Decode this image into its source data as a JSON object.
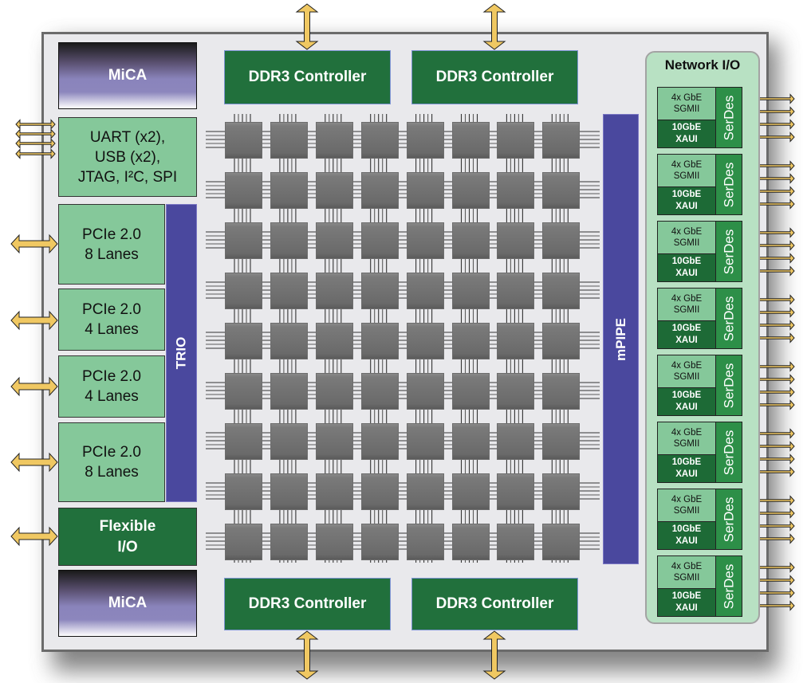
{
  "diagram": {
    "left_column": {
      "mica_top": "MiCA",
      "io_block": [
        "UART (x2),",
        "USB (x2),",
        "JTAG, I²C, SPI"
      ],
      "pcie": [
        {
          "line1": "PCIe 2.0",
          "line2": "8 Lanes"
        },
        {
          "line1": "PCIe 2.0",
          "line2": "4 Lanes"
        },
        {
          "line1": "PCIe 2.0",
          "line2": "4 Lanes"
        },
        {
          "line1": "PCIe 2.0",
          "line2": "8 Lanes"
        }
      ],
      "trio": "TRIO",
      "flexible_io": [
        "Flexible",
        "I/O"
      ],
      "mica_bottom": "MiCA"
    },
    "memory": {
      "top": [
        "DDR3 Controller",
        "DDR3 Controller"
      ],
      "bottom": [
        "DDR3 Controller",
        "DDR3 Controller"
      ]
    },
    "tile_grid": {
      "columns": 8,
      "rows": 9
    },
    "mpipe": "mPIPE",
    "network_io": {
      "title": "Network I/O",
      "ports": [
        {
          "sgmii": [
            "4x GbE",
            "SGMII"
          ],
          "xaui": [
            "10GbE",
            "XAUI"
          ],
          "serdes": "SerDes"
        },
        {
          "sgmii": [
            "4x GbE",
            "SGMII"
          ],
          "xaui": [
            "10GbE",
            "XAUI"
          ],
          "serdes": "SerDes"
        },
        {
          "sgmii": [
            "4x GbE",
            "SGMII"
          ],
          "xaui": [
            "10GbE",
            "XAUI"
          ],
          "serdes": "SerDes"
        },
        {
          "sgmii": [
            "4x GbE",
            "SGMII"
          ],
          "xaui": [
            "10GbE",
            "XAUI"
          ],
          "serdes": "SerDes"
        },
        {
          "sgmii": [
            "4x GbE",
            "SGMII"
          ],
          "xaui": [
            "10GbE",
            "XAUI"
          ],
          "serdes": "SerDes"
        },
        {
          "sgmii": [
            "4x GbE",
            "SGMII"
          ],
          "xaui": [
            "10GbE",
            "XAUI"
          ],
          "serdes": "SerDes"
        },
        {
          "sgmii": [
            "4x GbE",
            "SGMII"
          ],
          "xaui": [
            "10GbE",
            "XAUI"
          ],
          "serdes": "SerDes"
        },
        {
          "sgmii": [
            "4x GbE",
            "SGMII"
          ],
          "xaui": [
            "10GbE",
            "XAUI"
          ],
          "serdes": "SerDes"
        }
      ]
    },
    "colors": {
      "chip_fill": "#e9e9ec",
      "dark_green": "#21703c",
      "light_green": "#85c89a",
      "purple_bar": "#4a489e",
      "arrow_fill": "#f0c862",
      "tile_gray": "#737373",
      "network_panel": "#b8e1c3"
    }
  }
}
